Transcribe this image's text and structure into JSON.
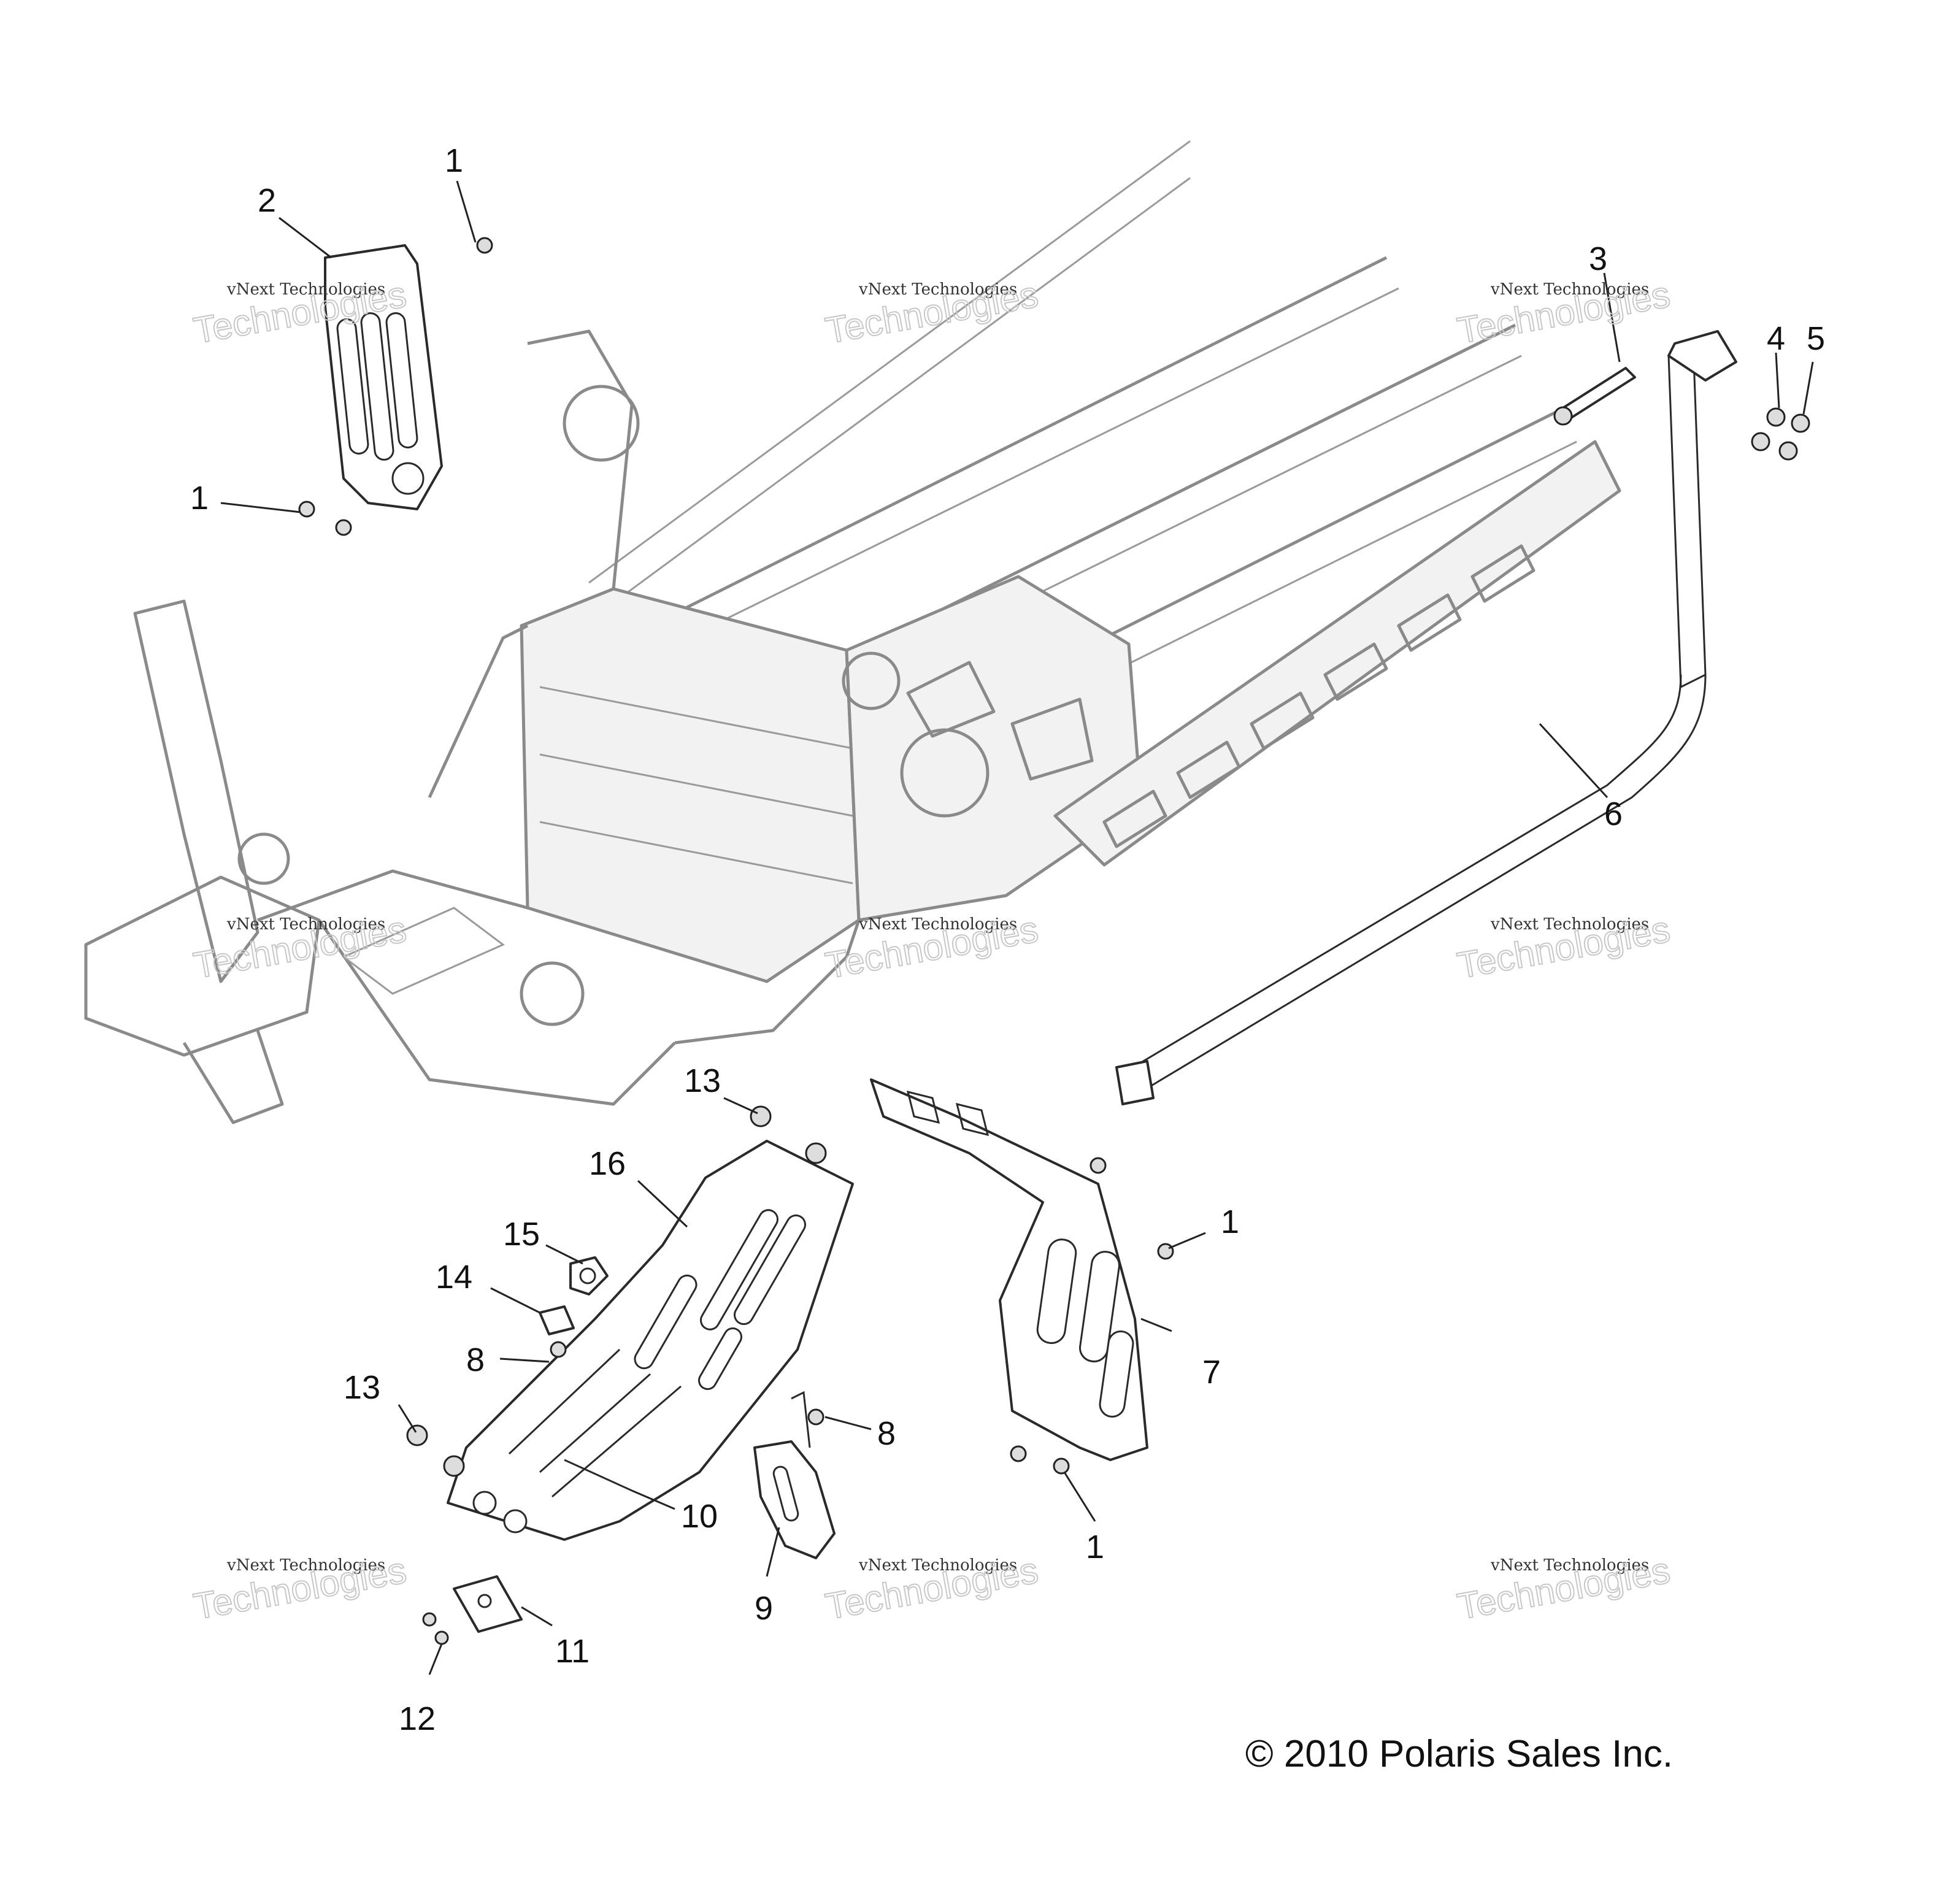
{
  "callouts": [
    {
      "label": "1"
    },
    {
      "label": "2"
    },
    {
      "label": "1"
    },
    {
      "label": "3"
    },
    {
      "label": "4"
    },
    {
      "label": "5"
    },
    {
      "label": "6"
    },
    {
      "label": "13"
    },
    {
      "label": "16"
    },
    {
      "label": "15"
    },
    {
      "label": "14"
    },
    {
      "label": "8"
    },
    {
      "label": "13"
    },
    {
      "label": "1"
    },
    {
      "label": "7"
    },
    {
      "label": "8"
    },
    {
      "label": "1"
    },
    {
      "label": "10"
    },
    {
      "label": "9"
    },
    {
      "label": "11"
    },
    {
      "label": "12"
    }
  ],
  "watermark": {
    "small": "vNext Technologies",
    "big": "Technologies",
    "small_top": "vNext"
  },
  "copyright": "© 2010 Polaris Sales Inc."
}
